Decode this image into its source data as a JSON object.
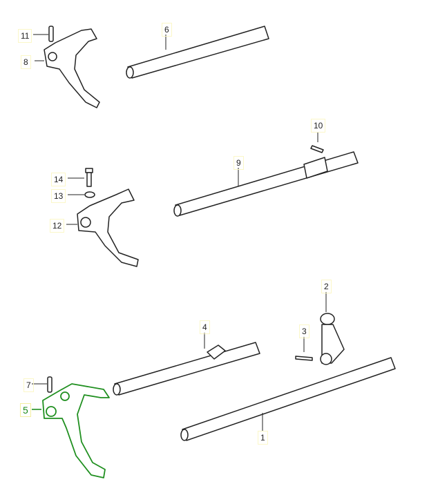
{
  "parts": [
    {
      "label": "11",
      "name": "pin"
    },
    {
      "label": "8",
      "name": "shift-fork"
    },
    {
      "label": "6",
      "name": "shift-rod"
    },
    {
      "label": "10",
      "name": "pin"
    },
    {
      "label": "9",
      "name": "shift-rod"
    },
    {
      "label": "14",
      "name": "bolt"
    },
    {
      "label": "13",
      "name": "washer"
    },
    {
      "label": "12",
      "name": "shift-fork"
    },
    {
      "label": "2",
      "name": "shift-lever"
    },
    {
      "label": "4",
      "name": "shift-rod"
    },
    {
      "label": "3",
      "name": "pin"
    },
    {
      "label": "7",
      "name": "pin"
    },
    {
      "label": "5",
      "name": "shift-fork",
      "highlighted": true
    },
    {
      "label": "1",
      "name": "shift-rod"
    }
  ],
  "colors": {
    "highlight": "#1f8f1f",
    "label_box": "#fbf7c8"
  }
}
